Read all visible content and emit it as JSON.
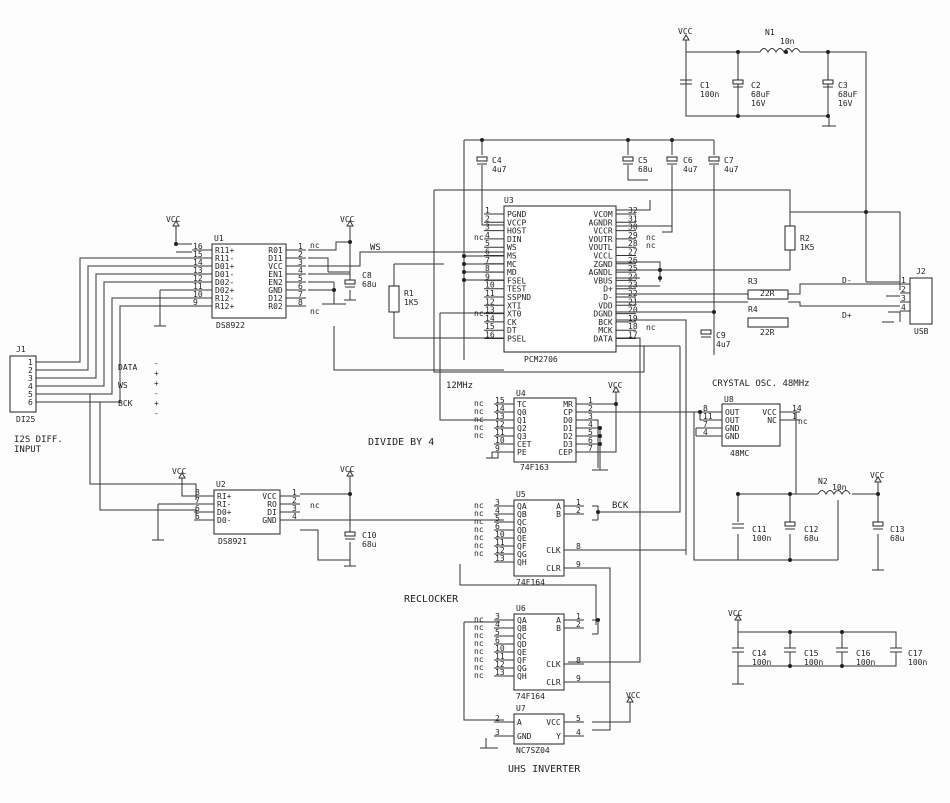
{
  "supply": "VCC",
  "chips": {
    "u1": {
      "ref": "U1",
      "part": "DS8922",
      "left": [
        {
          "n": "16",
          "s": "R11+"
        },
        {
          "n": "15",
          "s": "R11-"
        },
        {
          "n": "14",
          "s": "D01+"
        },
        {
          "n": "13",
          "s": "D01-"
        },
        {
          "n": "12",
          "s": "D02-"
        },
        {
          "n": "11",
          "s": "D02+"
        },
        {
          "n": "10",
          "s": "R12-"
        },
        {
          "n": "9",
          "s": "R12+"
        }
      ],
      "right": [
        {
          "n": "1",
          "s": "R01"
        },
        {
          "n": "2",
          "s": "D11"
        },
        {
          "n": "3",
          "s": "VCC"
        },
        {
          "n": "4",
          "s": "EN1"
        },
        {
          "n": "5",
          "s": "EN2"
        },
        {
          "n": "6",
          "s": "GND"
        },
        {
          "n": "7",
          "s": "D12"
        },
        {
          "n": "8",
          "s": "R02"
        }
      ]
    },
    "u2": {
      "ref": "U2",
      "part": "DS8921",
      "left": [
        {
          "n": "8",
          "s": "RI+"
        },
        {
          "n": "7",
          "s": "RI-"
        },
        {
          "n": "6",
          "s": "D0+"
        },
        {
          "n": "5",
          "s": "D0-"
        }
      ],
      "right": [
        {
          "n": "1",
          "s": "VCC"
        },
        {
          "n": "2",
          "s": "RO"
        },
        {
          "n": "3",
          "s": "DI"
        },
        {
          "n": "4",
          "s": "GND"
        }
      ]
    },
    "u3": {
      "ref": "U3",
      "part": "PCM2706",
      "left": [
        {
          "n": "1",
          "s": "PGND"
        },
        {
          "n": "2",
          "s": "VCCP"
        },
        {
          "n": "3",
          "s": "HOST"
        },
        {
          "n": "4",
          "s": "DIN"
        },
        {
          "n": "5",
          "s": "WS"
        },
        {
          "n": "6",
          "s": "MS"
        },
        {
          "n": "7",
          "s": "MC"
        },
        {
          "n": "8",
          "s": "MD"
        },
        {
          "n": "9",
          "s": "FSEL"
        },
        {
          "n": "10",
          "s": "TEST"
        },
        {
          "n": "11",
          "s": "SSPND"
        },
        {
          "n": "12",
          "s": "XTI"
        },
        {
          "n": "13",
          "s": "XT0"
        },
        {
          "n": "14",
          "s": "CK"
        },
        {
          "n": "15",
          "s": "DT"
        },
        {
          "n": "16",
          "s": "PSEL"
        }
      ],
      "right": [
        {
          "n": "32",
          "s": "VCOM"
        },
        {
          "n": "31",
          "s": "AGNDR"
        },
        {
          "n": "30",
          "s": "VCCR"
        },
        {
          "n": "29",
          "s": "VOUTR"
        },
        {
          "n": "28",
          "s": "VOUTL"
        },
        {
          "n": "27",
          "s": "VCCL"
        },
        {
          "n": "26",
          "s": "ZGND"
        },
        {
          "n": "25",
          "s": "AGNDL"
        },
        {
          "n": "24",
          "s": "VBUS"
        },
        {
          "n": "23",
          "s": "D+"
        },
        {
          "n": "22",
          "s": "D-"
        },
        {
          "n": "21",
          "s": "VDD"
        },
        {
          "n": "20",
          "s": "DGND"
        },
        {
          "n": "19",
          "s": "BCK"
        },
        {
          "n": "18",
          "s": "MCK"
        },
        {
          "n": "17",
          "s": "DATA"
        }
      ]
    },
    "u4": {
      "ref": "U4",
      "part": "74F163",
      "left": [
        {
          "n": "15",
          "s": "TC"
        },
        {
          "n": "14",
          "s": "Q0"
        },
        {
          "n": "13",
          "s": "Q1"
        },
        {
          "n": "12",
          "s": "Q2"
        },
        {
          "n": "11",
          "s": "Q3"
        },
        {
          "n": "10",
          "s": "CET"
        },
        {
          "n": "9",
          "s": "PE"
        }
      ],
      "right": [
        {
          "n": "1",
          "s": "MR"
        },
        {
          "n": "2",
          "s": "CP"
        },
        {
          "n": "3",
          "s": "D0"
        },
        {
          "n": "4",
          "s": "D1"
        },
        {
          "n": "5",
          "s": "D2"
        },
        {
          "n": "6",
          "s": "D3"
        },
        {
          "n": "7",
          "s": "CEP"
        }
      ]
    },
    "u5": {
      "ref": "U5",
      "part": "74F164",
      "left": [
        {
          "n": "3",
          "s": "QA"
        },
        {
          "n": "4",
          "s": "QB"
        },
        {
          "n": "5",
          "s": "QC"
        },
        {
          "n": "6",
          "s": "QD"
        },
        {
          "n": "10",
          "s": "QE"
        },
        {
          "n": "11",
          "s": "QF"
        },
        {
          "n": "12",
          "s": "QG"
        },
        {
          "n": "13",
          "s": "QH"
        }
      ],
      "right": [
        {
          "n": "1",
          "s": "A"
        },
        {
          "n": "2",
          "s": "B"
        },
        {
          "n": "8",
          "s": "CLK"
        },
        {
          "n": "9",
          "s": "CLR"
        }
      ]
    },
    "u6": {
      "ref": "U6",
      "part": "74F164",
      "left": [
        {
          "n": "3",
          "s": "QA"
        },
        {
          "n": "4",
          "s": "QB"
        },
        {
          "n": "5",
          "s": "QC"
        },
        {
          "n": "6",
          "s": "QD"
        },
        {
          "n": "10",
          "s": "QE"
        },
        {
          "n": "11",
          "s": "QF"
        },
        {
          "n": "12",
          "s": "QG"
        },
        {
          "n": "13",
          "s": "QH"
        }
      ],
      "right": [
        {
          "n": "1",
          "s": "A"
        },
        {
          "n": "2",
          "s": "B"
        },
        {
          "n": "8",
          "s": "CLK"
        },
        {
          "n": "9",
          "s": "CLR"
        }
      ]
    },
    "u7": {
      "ref": "U7",
      "part": "NC7SZ04",
      "left": [
        {
          "n": "2",
          "s": "A"
        },
        {
          "n": "3",
          "s": "GND"
        }
      ],
      "right": [
        {
          "n": "5",
          "s": "VCC"
        },
        {
          "n": "4",
          "s": "Y"
        }
      ]
    },
    "u8": {
      "ref": "U8",
      "part": "48MC",
      "left": [
        {
          "n": "8",
          "s": "OUT"
        },
        {
          "n": "11",
          "s": "OUT"
        },
        {
          "n": "7",
          "s": "GND"
        },
        {
          "n": "4",
          "s": "GND"
        }
      ],
      "right": [
        {
          "n": "14",
          "s": "VCC"
        },
        {
          "n": "1",
          "s": "NC"
        }
      ]
    }
  },
  "caps": [
    {
      "ref": "C1",
      "val": "100n"
    },
    {
      "ref": "C2",
      "val": "68uF",
      "val2": "16V"
    },
    {
      "ref": "C3",
      "val": "68uF",
      "val2": "16V"
    },
    {
      "ref": "C4",
      "val": "4u7"
    },
    {
      "ref": "C5",
      "val": "68u"
    },
    {
      "ref": "C6",
      "val": "4u7"
    },
    {
      "ref": "C7",
      "val": "4u7"
    },
    {
      "ref": "C8",
      "val": "68u"
    },
    {
      "ref": "C9",
      "val": "4u7"
    },
    {
      "ref": "C10",
      "val": "68u"
    },
    {
      "ref": "C11",
      "val": "100n"
    },
    {
      "ref": "C12",
      "val": "68u"
    },
    {
      "ref": "C13",
      "val": "68u"
    },
    {
      "ref": "C14",
      "val": "100n"
    },
    {
      "ref": "C15",
      "val": "100n"
    },
    {
      "ref": "C16",
      "val": "100n"
    },
    {
      "ref": "C17",
      "val": "100n"
    }
  ],
  "resistors": [
    {
      "ref": "R1",
      "val": "1K5"
    },
    {
      "ref": "R2",
      "val": "1K5"
    },
    {
      "ref": "R3",
      "val": "22R"
    },
    {
      "ref": "R4",
      "val": "22R"
    }
  ],
  "inductors": [
    {
      "ref": "N1",
      "val": "10n"
    },
    {
      "ref": "N2",
      "val": "10n"
    }
  ],
  "connectors": {
    "j1": {
      "ref": "J1",
      "name": "DI25",
      "pins": [
        "1",
        "2",
        "3",
        "4",
        "5",
        "6"
      ]
    },
    "j2": {
      "ref": "J2",
      "name": "USB",
      "pins": [
        "1",
        "2",
        "3",
        "4"
      ]
    }
  },
  "labels": {
    "data": "DATA",
    "ws": "WS",
    "bck": "BCK",
    "plus": "+",
    "minus": "-",
    "input_line1": "I2S DIFF.",
    "input_line2": "INPUT",
    "divide": "DIVIDE BY 4",
    "reclocker": "RECLOCKER",
    "uhs": "UHS INVERTER",
    "crystal": "CRYSTAL OSC. 48MHz",
    "mhz12": "12MHz",
    "ws_net": "WS",
    "bck_net": "BCK",
    "dminus": "D-",
    "dplus": "D+",
    "nc": "nc"
  }
}
